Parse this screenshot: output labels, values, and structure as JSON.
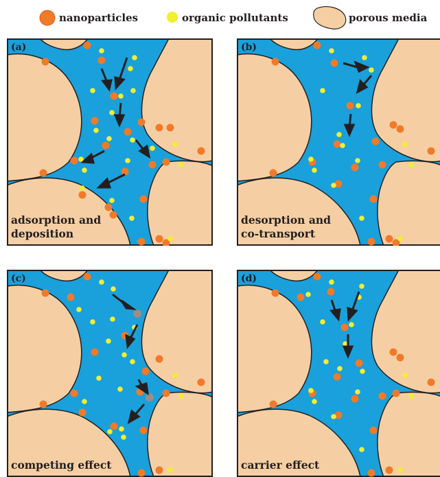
{
  "legend": {
    "nanoparticles": "nanoparticles",
    "organic_pollutants": "organic pollutants",
    "porous_media": "porous media"
  },
  "colors": {
    "water": "#1aa0db",
    "grain": "#f5cfa3",
    "nanoparticle": "#f07a2a",
    "pollutant": "#f2ee30",
    "complex": "#9a8e86",
    "arrow": "#231f20"
  },
  "panels": [
    {
      "id": "a",
      "label": "(a)",
      "caption_lines": [
        "adsorption and",
        "deposition"
      ]
    },
    {
      "id": "b",
      "label": "(b)",
      "caption_lines": [
        "desorption and",
        "co-transport"
      ]
    },
    {
      "id": "c",
      "label": "(c)",
      "caption_lines": [
        "competing effect"
      ]
    },
    {
      "id": "d",
      "label": "(d)",
      "caption_lines": [
        "carrier effect"
      ]
    }
  ]
}
